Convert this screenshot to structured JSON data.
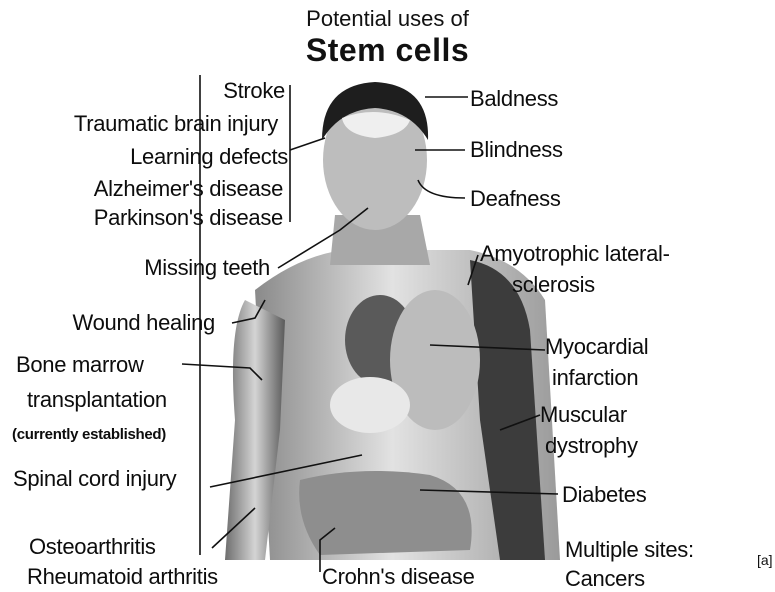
{
  "title": {
    "line1": "Potential uses of",
    "line2": "Stem cells"
  },
  "labels": {
    "stroke": "Stroke",
    "tbi": "Traumatic brain injury",
    "learning": "Learning defects",
    "alzheimers": "Alzheimer's disease",
    "parkinsons": "Parkinson's disease",
    "teeth": "Missing teeth",
    "wound": "Wound healing",
    "bone1": "Bone marrow",
    "bone2": "transplantation",
    "bone3": "(currently established)",
    "spinal": "Spinal cord injury",
    "osteo": "Osteoarthritis",
    "rheum": "Rheumatoid arthritis",
    "baldness": "Baldness",
    "blindness": "Blindness",
    "deafness": "Deafness",
    "als1": "Amyotrophic lateral-",
    "als2": "sclerosis",
    "myo1": "Myocardial",
    "myo2": "infarction",
    "musc1": "Muscular",
    "musc2": "dystrophy",
    "diabetes": "Diabetes",
    "crohn": "Crohn's disease",
    "multi": "Multiple sites:",
    "cancers": "Cancers",
    "ref": "[a]"
  },
  "colors": {
    "skin_dark": "#3a3a3a",
    "skin_light": "#c9c9c9",
    "line": "#111111"
  }
}
